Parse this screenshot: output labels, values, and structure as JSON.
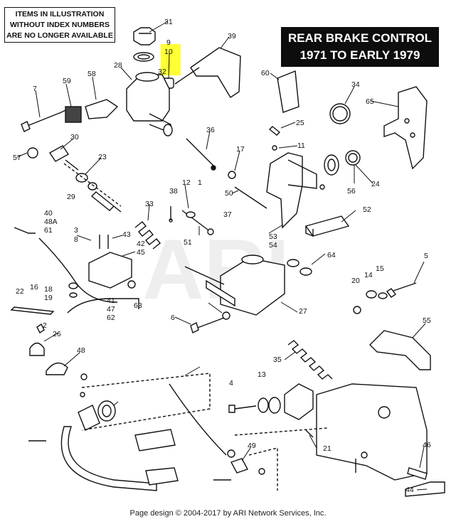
{
  "notice": {
    "line1": "ITEMS IN ILLUSTRATION",
    "line2": "WITHOUT INDEX NUMBERS",
    "line3": "ARE NO LONGER AVAILABLE"
  },
  "title": {
    "line1": "REAR BRAKE CONTROL",
    "line2": "1971 TO EARLY 1979"
  },
  "watermark": "ARI",
  "footer": "Page design © 2004-2017 by ARI Network Services, Inc.",
  "colors": {
    "highlight": "#ffff33",
    "ink": "#111111",
    "title_bg": "#0d0d0d"
  },
  "callouts": [
    "31",
    "9",
    "10",
    "32",
    "28",
    "39",
    "58",
    "59",
    "7",
    "60",
    "34",
    "65",
    "36",
    "25",
    "11",
    "30",
    "57",
    "23",
    "17",
    "12",
    "1",
    "50",
    "56",
    "24",
    "29",
    "33",
    "38",
    "43",
    "45",
    "42",
    "41",
    "40",
    "48A",
    "61",
    "3",
    "8",
    "52",
    "53",
    "54",
    "37",
    "51",
    "64",
    "5",
    "15",
    "16",
    "18",
    "19",
    "14",
    "20",
    "22",
    "47",
    "62",
    "63",
    "6",
    "27",
    "55",
    "2",
    "26",
    "35",
    "48",
    "13",
    "4",
    "21",
    "44",
    "46",
    "49"
  ]
}
